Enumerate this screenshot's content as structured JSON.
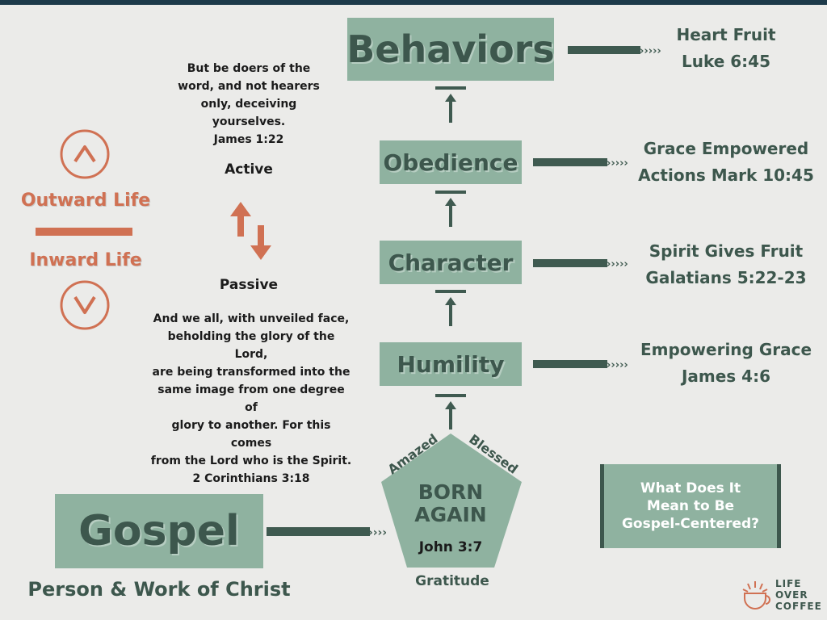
{
  "colors": {
    "box_fill": "#8fb2a0",
    "box_text": "#3d574d",
    "arrow": "#3f5a50",
    "orange": "#d07153",
    "background": "#ebebe9",
    "card_border": "#3d574d"
  },
  "boxes": {
    "behaviors": "Behaviors",
    "obedience": "Obedience",
    "character": "Character",
    "humility": "Humility",
    "gospel": "Gospel"
  },
  "right_labels": {
    "heart_fruit": [
      "Heart Fruit",
      "Luke 6:45"
    ],
    "grace_empowered": [
      "Grace Empowered",
      "Actions Mark 10:45"
    ],
    "spirit_fruit": [
      "Spirit Gives Fruit",
      "Galatians 5:22-23"
    ],
    "empowering_grace": [
      "Empowering Grace",
      "James 4:6"
    ]
  },
  "active": {
    "verse_lines": [
      "But be doers of the",
      "word, and not hearers",
      "only, deceiving",
      "yourselves."
    ],
    "reference": "James 1:22",
    "label": "Active"
  },
  "passive": {
    "label": "Passive",
    "verse_lines": [
      "And we all, with unveiled face,",
      "beholding the glory of the Lord,",
      "are being transformed into the",
      "same image from one degree of",
      "glory to another. For this comes",
      "from the Lord who is the Spirit."
    ],
    "reference": "2 Corinthians 3:18"
  },
  "life": {
    "outward": "Outward Life",
    "inward": "Inward Life"
  },
  "icons": {
    "up": "chevron-up-circle-icon",
    "down": "chevron-down-circle-icon",
    "swap": "up-down-arrows-icon",
    "logo": "coffee-cup-sun-icon"
  },
  "pentagon": {
    "title_line1": "BORN",
    "title_line2": "AGAIN",
    "reference": "John 3:7",
    "left_side": "Amazed",
    "right_side": "Blessed",
    "bottom": "Gratitude"
  },
  "gospel_subtitle": "Person & Work of Christ",
  "card": {
    "lines": [
      "What Does It",
      "Mean to Be",
      "Gospel-Centered?"
    ]
  },
  "logo": {
    "lines": [
      "LIFE",
      "OVER",
      "COFFEE"
    ]
  }
}
